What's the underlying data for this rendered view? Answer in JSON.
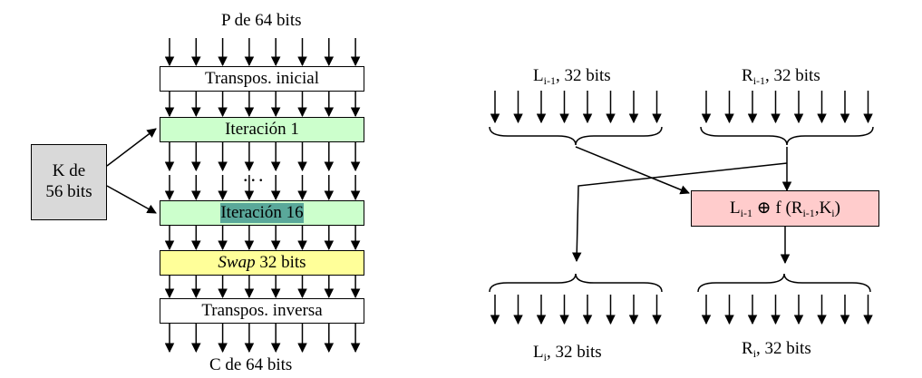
{
  "left": {
    "top_label": "P de 64 bits",
    "initial_perm": "Transpos. inicial",
    "iter1": "Iteración 1",
    "ellipsis": "...",
    "iter16": "Iteración 16",
    "swap_italic": "Swap",
    "swap_rest": " 32 bits",
    "final_perm": "Transpos. inversa",
    "bottom_label": "C de 64 bits",
    "key_line1": "K de",
    "key_line2": "56 bits"
  },
  "right": {
    "l_in": {
      "main": "L",
      "sub": "i-1",
      "rest": ", 32 bits"
    },
    "r_in": {
      "main": "R",
      "sub": "i-1",
      "rest": ", 32 bits"
    },
    "func": {
      "l": "L",
      "l_sub": "i-1",
      "op": " ⊕ f (R",
      "r_sub": "i-1",
      "mid": ",K",
      "k_sub": "i",
      "end": ")"
    },
    "l_out": {
      "main": "L",
      "sub": "i",
      "rest": ", 32 bits"
    },
    "r_out": {
      "main": "R",
      "sub": "i",
      "rest": ", 32 bits"
    }
  },
  "colors": {
    "iteration": "#ccffcc",
    "swap": "#ffff99",
    "key_box": "#d9d9d9",
    "function_box": "#ffcccc",
    "highlight": "#5aa89a"
  }
}
